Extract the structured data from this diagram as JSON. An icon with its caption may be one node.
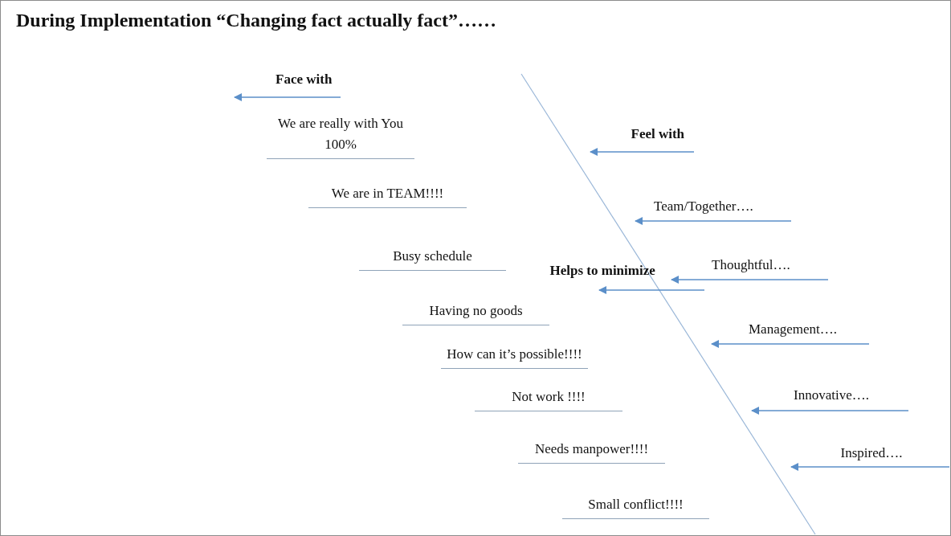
{
  "diagram": {
    "title": "During Implementation “Changing fact actually fact”……",
    "nodes": [
      {
        "text": [
          "Face with"
        ]
      },
      {
        "text": [
          "Feel with"
        ]
      },
      {
        "text": [
          "Team/Together…."
        ]
      },
      {
        "text": [
          "Thoughtful…."
        ]
      },
      {
        "text": [
          "Helps to minimize"
        ]
      },
      {
        "text": [
          "Management…."
        ]
      },
      {
        "text": [
          "Innovative…."
        ]
      },
      {
        "text": [
          "Inspired…."
        ]
      }
    ],
    "edges": [
      {
        "from": 0,
        "to": null,
        "arrow": "to"
      },
      {
        "from": 1,
        "to": null,
        "arrow": "to"
      },
      {
        "from": null,
        "to": 2,
        "arrow": "to"
      },
      {
        "from": null,
        "to": 3,
        "arrow": "to"
      },
      {
        "from": 3,
        "to": 4,
        "arrow": "to"
      },
      {
        "from": null,
        "to": 5,
        "arrow": "to"
      },
      {
        "from": null,
        "to": 6,
        "arrow": "to"
      },
      {
        "from": null,
        "to": 7,
        "arrow": "to"
      }
    ],
    "labels": [
      "We are really with You 100%",
      "We are in TEAM!!!!",
      "Busy schedule",
      "Having no goods",
      "How can it’s possible!!!!",
      "Not work !!!!",
      "Needs manpower!!!!",
      "Small conflict!!!!"
    ]
  }
}
